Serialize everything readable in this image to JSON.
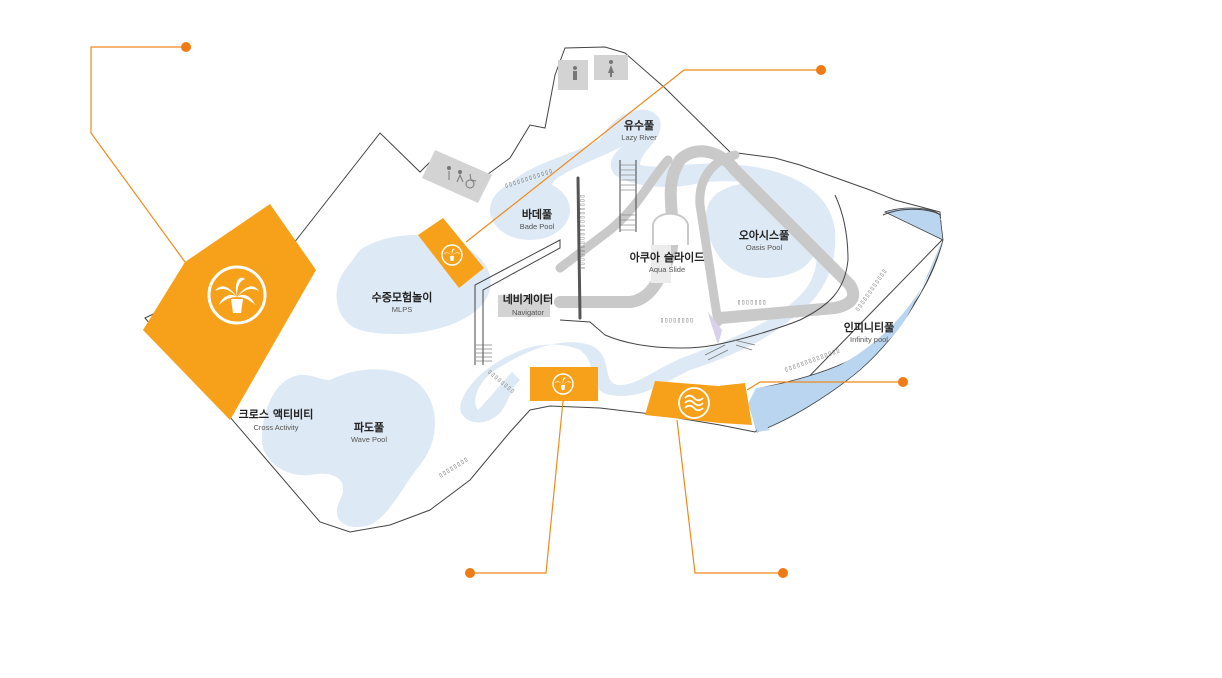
{
  "colors": {
    "highlight": "#f7a11a",
    "leader_line": "#f08a1c",
    "water": "#dde9f4",
    "infinity_water": "#b9d5f0",
    "slide": "#c9c9c9",
    "wall": "#444444",
    "facility_gray": "#d3d3d3"
  },
  "areas": [
    {
      "ko": "유수풀",
      "en": "Lazy River"
    },
    {
      "ko": "바데풀",
      "en": "Bade Pool"
    },
    {
      "ko": "아쿠아 슬라이드",
      "en": "Aqua Slide"
    },
    {
      "ko": "오아시스풀",
      "en": "Oasis Pool"
    },
    {
      "ko": "수중모험놀이",
      "en": "MLPS"
    },
    {
      "ko": "네비게이터",
      "en": "Navigator"
    },
    {
      "ko": "인피니티풀",
      "en": "Infinity pool"
    },
    {
      "ko": "크로스 액티비티",
      "en": "Cross Activity"
    },
    {
      "ko": "파도풀",
      "en": "Wave Pool"
    }
  ],
  "highlights": [
    {
      "icon": "palm-tree-icon"
    },
    {
      "icon": "palm-tree-icon"
    },
    {
      "icon": "palm-tree-icon"
    },
    {
      "icon": "wave-icon"
    }
  ],
  "facilities": [
    {
      "icon": "male-restroom-icon"
    },
    {
      "icon": "female-restroom-icon"
    },
    {
      "icon": "restroom-accessible-icon"
    }
  ]
}
